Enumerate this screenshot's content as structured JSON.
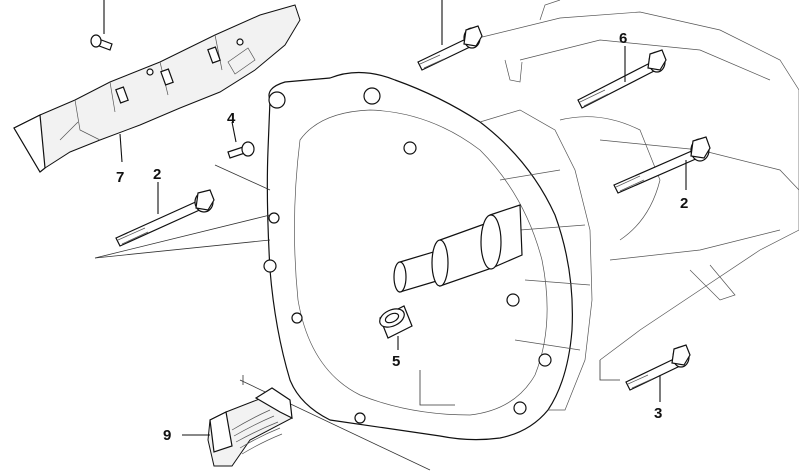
{
  "callouts": {
    "c2a": "2",
    "c2b": "2",
    "c3": "3",
    "c4": "4",
    "c5": "5",
    "c6": "6",
    "c7": "7",
    "c9": "9"
  }
}
